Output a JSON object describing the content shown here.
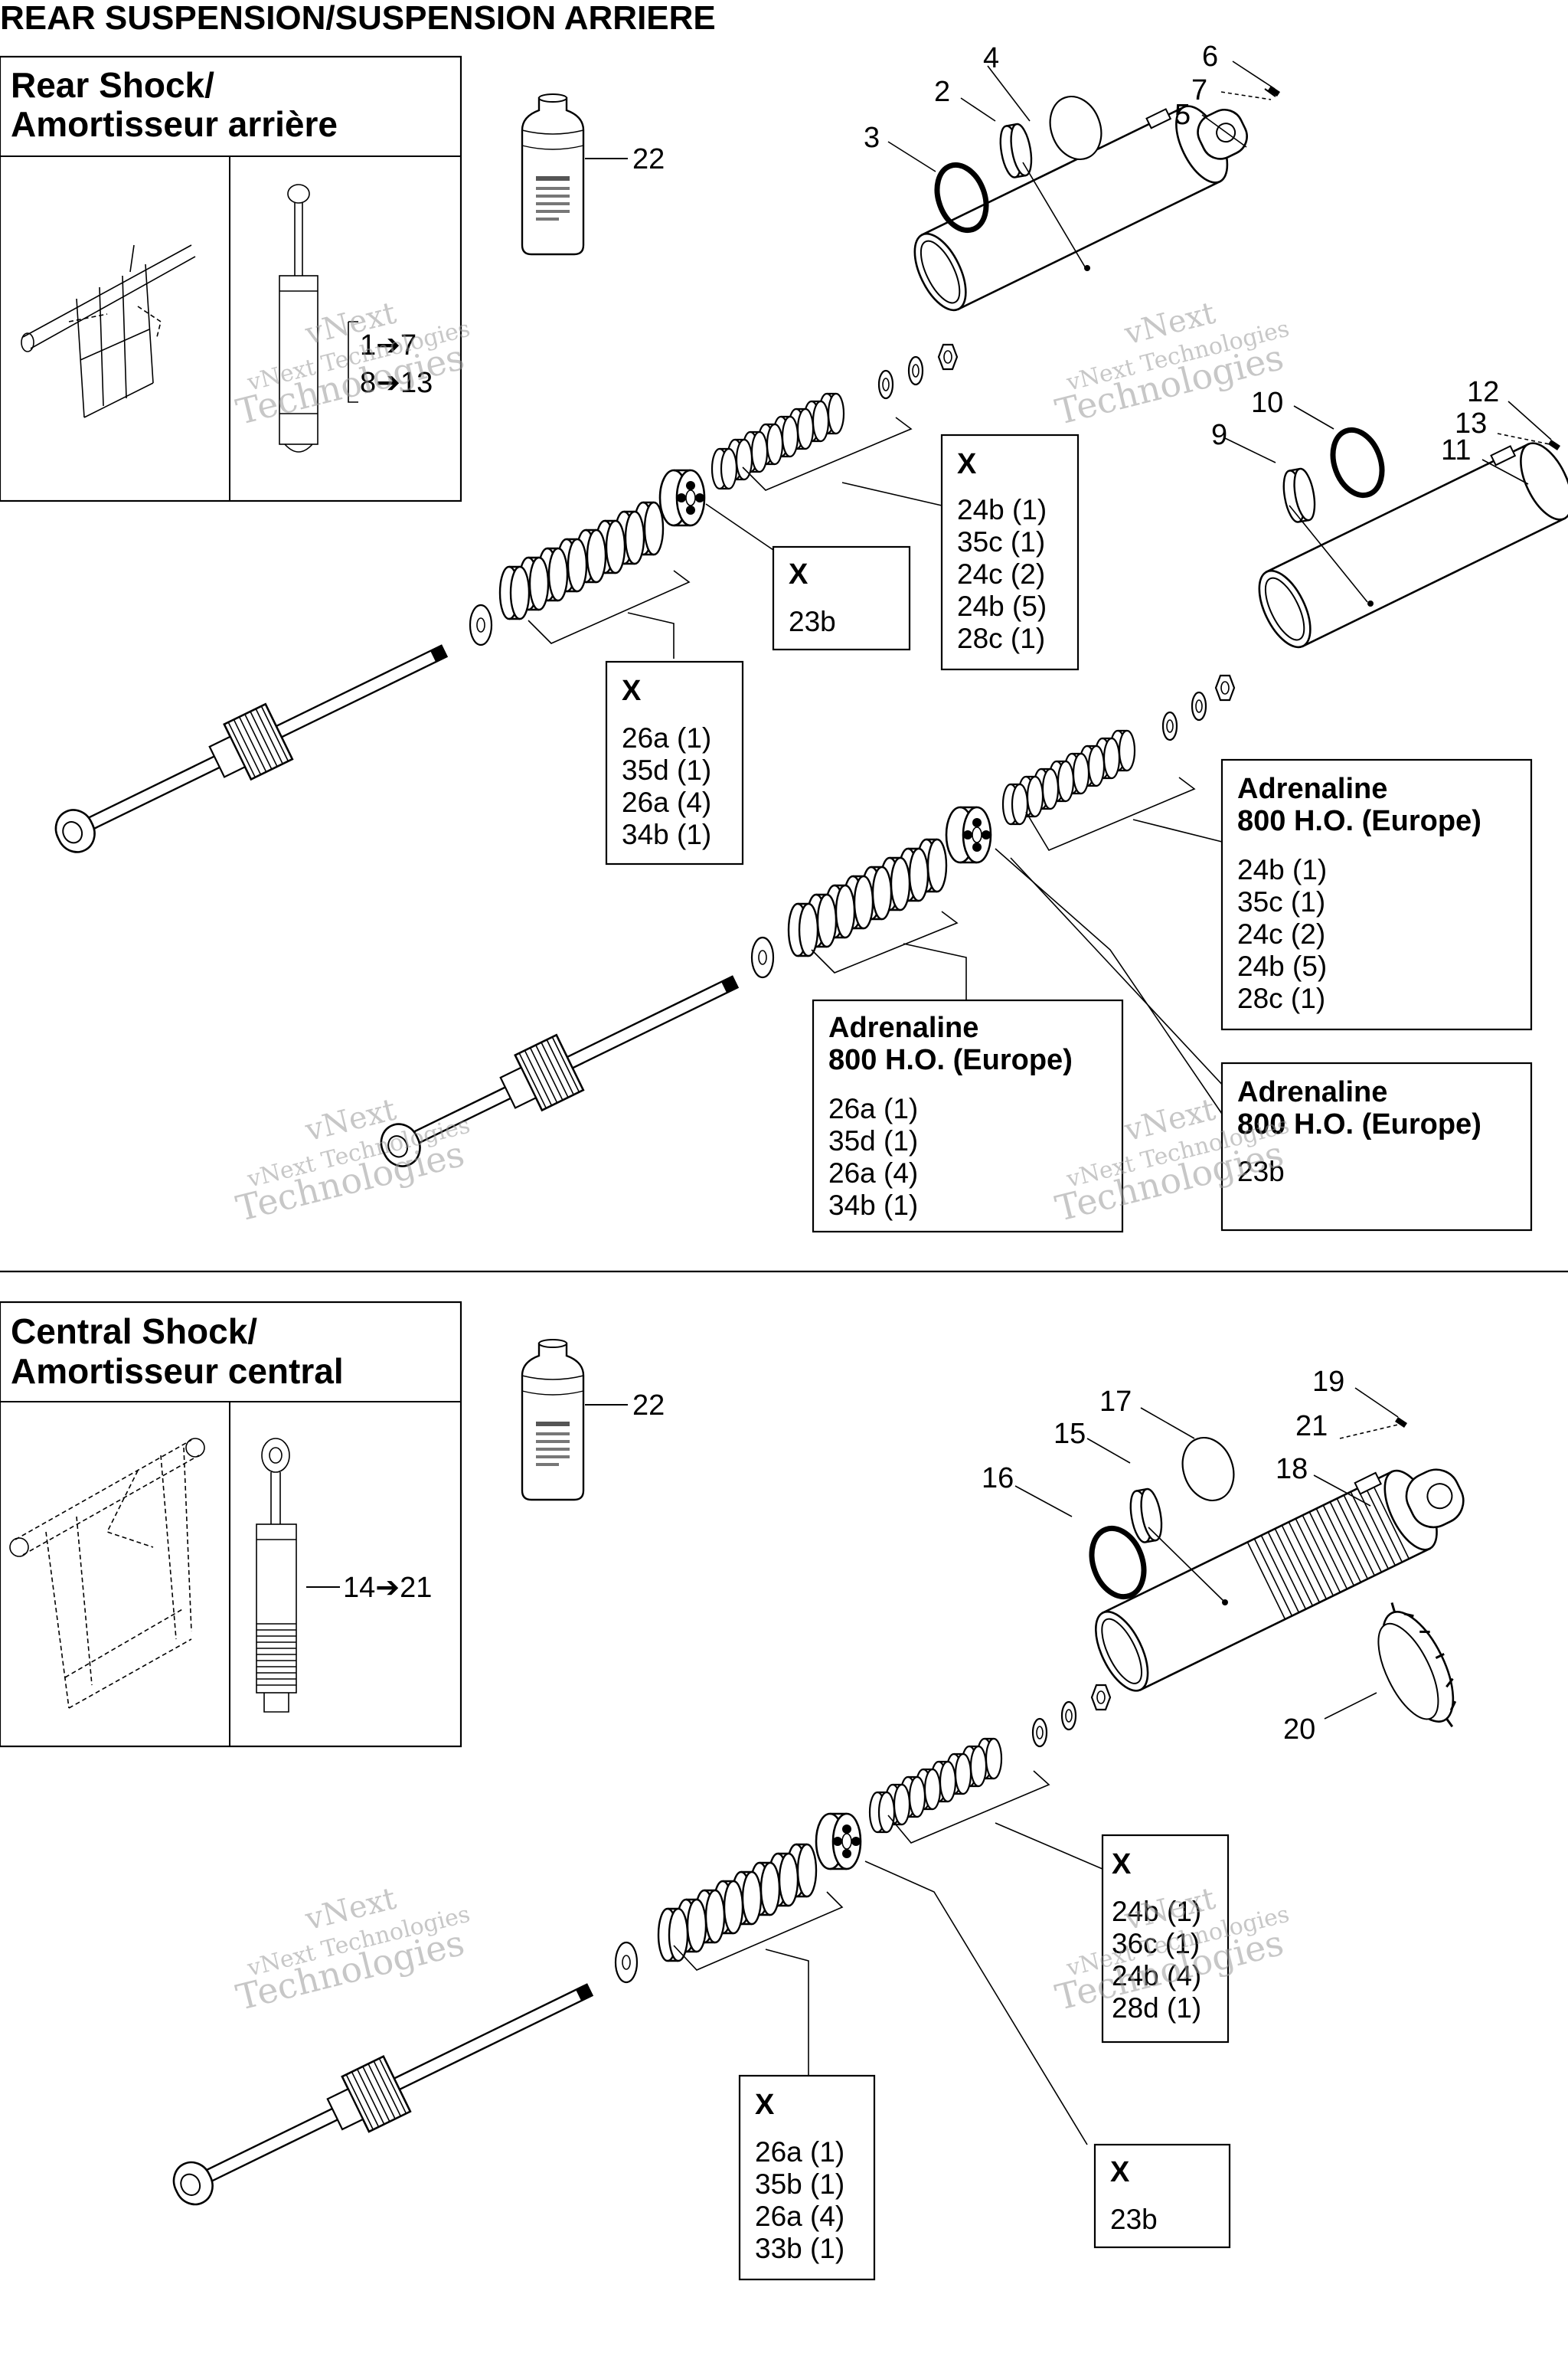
{
  "page_title": "REAR SUSPENSION/SUSPENSION ARRIERE",
  "watermark": {
    "line1": "vNext",
    "line2": "vNext Technologies",
    "line3": "Technologies"
  },
  "rear_section": {
    "title_line1": "Rear Shock/",
    "title_line2": "Amortisseur arrière",
    "thumb_callout_a": "1➔7",
    "thumb_callout_b": "8➔13",
    "callouts": {
      "c2": "2",
      "c3": "3",
      "c4": "4",
      "c5": "5",
      "c6": "6",
      "c7": "7",
      "c9": "9",
      "c10": "10",
      "c11": "11",
      "c12": "12",
      "c13": "13",
      "c22": "22"
    },
    "box_x_upper": {
      "head": "X",
      "lines": [
        "24b (1)",
        "35c (1)",
        "24c (2)",
        "24b (5)",
        "28c (1)"
      ]
    },
    "box_x_piston": {
      "head": "X",
      "lines": [
        "23b"
      ]
    },
    "box_x_lower": {
      "head": "X",
      "lines": [
        "26a (1)",
        "35d (1)",
        "26a (4)",
        "34b (1)"
      ]
    },
    "box_adr_upper": {
      "head1": "Adrenaline",
      "head2": "800 H.O. (Europe)",
      "lines": [
        "24b (1)",
        "35c (1)",
        "24c (2)",
        "24b (5)",
        "28c (1)"
      ]
    },
    "box_adr_lower": {
      "head1": "Adrenaline",
      "head2": "800 H.O. (Europe)",
      "lines": [
        "26a (1)",
        "35d (1)",
        "26a (4)",
        "34b (1)"
      ]
    },
    "box_adr_piston": {
      "head1": "Adrenaline",
      "head2": "800 H.O. (Europe)",
      "lines": [
        "23b"
      ]
    }
  },
  "central_section": {
    "title_line1": "Central Shock/",
    "title_line2": "Amortisseur central",
    "thumb_callout": "14➔21",
    "callouts": {
      "c15": "15",
      "c16": "16",
      "c17": "17",
      "c18": "18",
      "c19": "19",
      "c20": "20",
      "c21": "21",
      "c22": "22"
    },
    "box_x_upper": {
      "head": "X",
      "lines": [
        "24b (1)",
        "36c (1)",
        "24b (4)",
        "28d (1)"
      ]
    },
    "box_x_lower": {
      "head": "X",
      "lines": [
        "26a (1)",
        "35b (1)",
        "26a (4)",
        "33b (1)"
      ]
    },
    "box_x_piston": {
      "head": "X",
      "lines": [
        "23b"
      ]
    }
  }
}
